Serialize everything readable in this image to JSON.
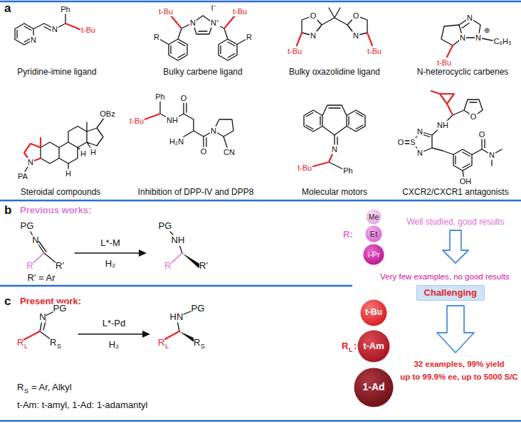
{
  "diagram": {
    "nodes": [
      {
        "text": [
          "Me"
        ]
      },
      {
        "text": [
          "Et"
        ]
      },
      {
        "text": [
          "i-Pr"
        ]
      },
      {
        "text": [
          "Challenging"
        ]
      },
      {
        "text": [
          "t-Bu"
        ]
      },
      {
        "text": [
          "t-Am"
        ]
      },
      {
        "text": [
          "1-Ad"
        ]
      }
    ],
    "labels": [
      "a",
      "N",
      "N",
      "Ph",
      "t-Bu",
      "Pyridine-imine ligand",
      "t-Bu",
      "N",
      "N⁺",
      "I⁻",
      "t-Bu",
      "R",
      "R",
      "Bulky carbene ligand",
      "O",
      "N",
      "N",
      "O",
      "t-Bu",
      "t-Bu",
      "Bulky oxazolidine ligand",
      "N",
      "⊕",
      "N",
      "N",
      "C₆H₅",
      "t-Bu",
      "N-heterocyclic carbenes",
      "OBz",
      "H",
      "H",
      "H",
      "N",
      "PA",
      "Steroidal compounds",
      "Ph",
      "t-Bu",
      "NH",
      "O",
      "H₂N",
      "O",
      "N",
      "CN",
      "Inhibition of DPP-IV and DPP8",
      "N",
      "t-Bu",
      "Ph",
      "Molecular motors",
      "O",
      "S",
      "N",
      "N",
      "NH",
      "O",
      "O",
      "OH",
      "N",
      "CXCR2/CXCR1 antagonists",
      "b",
      "Previous works:",
      "PG",
      "N",
      "R",
      "R'",
      "L*-M",
      "H₂",
      "PG",
      "NH",
      "R",
      "R'",
      "R' = Ar",
      "R:",
      "Well studied, good results",
      "Very few examples, no good results",
      "c",
      "Present work:",
      "N",
      "PG",
      "R",
      "L",
      "R",
      "S",
      "L*-Pd",
      "H₂",
      "HN",
      "PG",
      "R",
      "L",
      "R",
      "S",
      "R",
      "S",
      "= Ar, Alkyl",
      "t-Am: t-amyl, 1-Ad: 1-adamantyl",
      "R",
      "L",
      ":",
      "32 examples, 99% yield",
      "up to 99.9% ee, up to 5000 S/C"
    ]
  }
}
